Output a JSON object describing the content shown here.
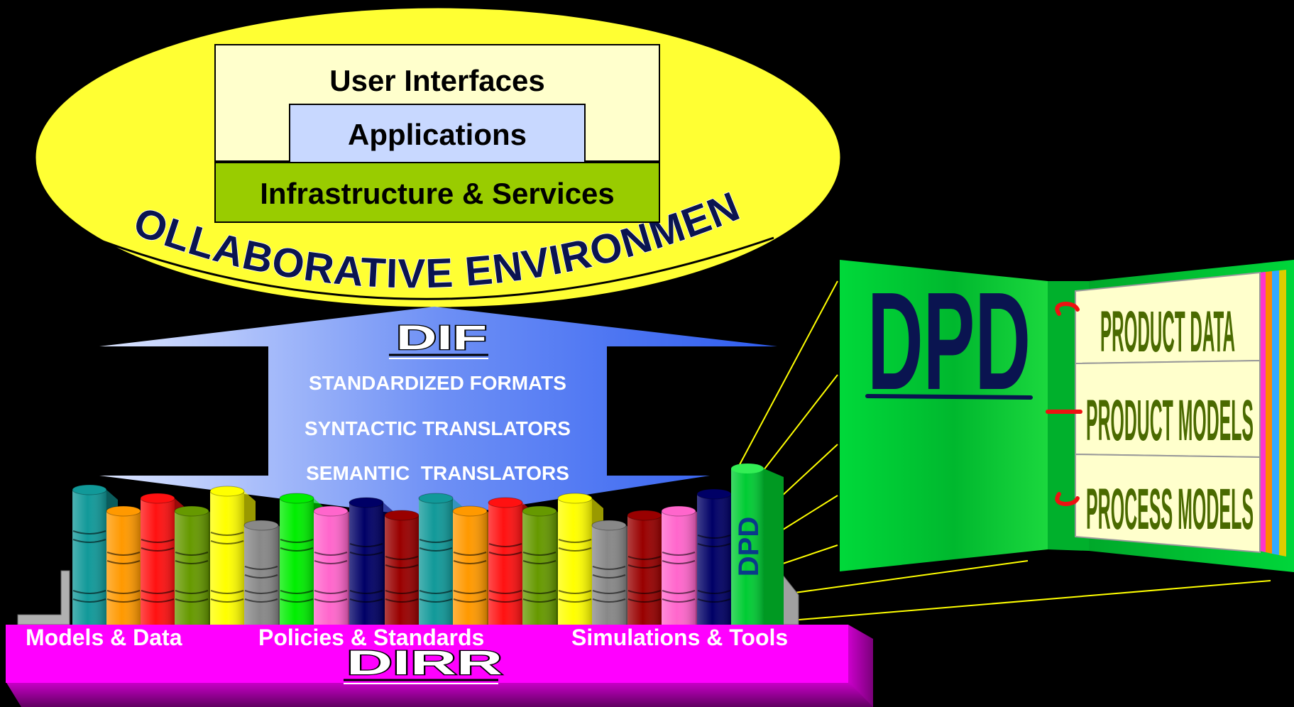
{
  "collaborative": {
    "layers": {
      "user_interfaces": "User Interfaces",
      "applications": "Applications",
      "infrastructure": "Infrastructure & Services"
    },
    "arc_title": "COLLABORATIVE ENVIRONMENT"
  },
  "dif": {
    "title": "DIF",
    "items": [
      "STANDARDIZED FORMATS",
      "SYNTACTIC TRANSLATORS",
      "SEMANTIC  TRANSLATORS"
    ]
  },
  "dirr": {
    "title": "DIRR",
    "labels": [
      "Models & Data",
      "Policies & Standards",
      "Simulations & Tools"
    ]
  },
  "dpd_spine": "DPD",
  "binder": {
    "title": "DPD",
    "tabs": [
      "PRODUCT DATA",
      "PRODUCT MODELS",
      "PROCESS MODELS"
    ]
  },
  "colors": {
    "ellipse": "#ffff33",
    "infrastructure": "#99cc00",
    "applications": "#c8d8ff",
    "user_interfaces": "#ffffcc",
    "shelf": "#ff00ff",
    "binder": "#00cc33",
    "arrow": "#4477ee",
    "arc_text": "#0a1450",
    "tab_text": "#4a6a00"
  }
}
